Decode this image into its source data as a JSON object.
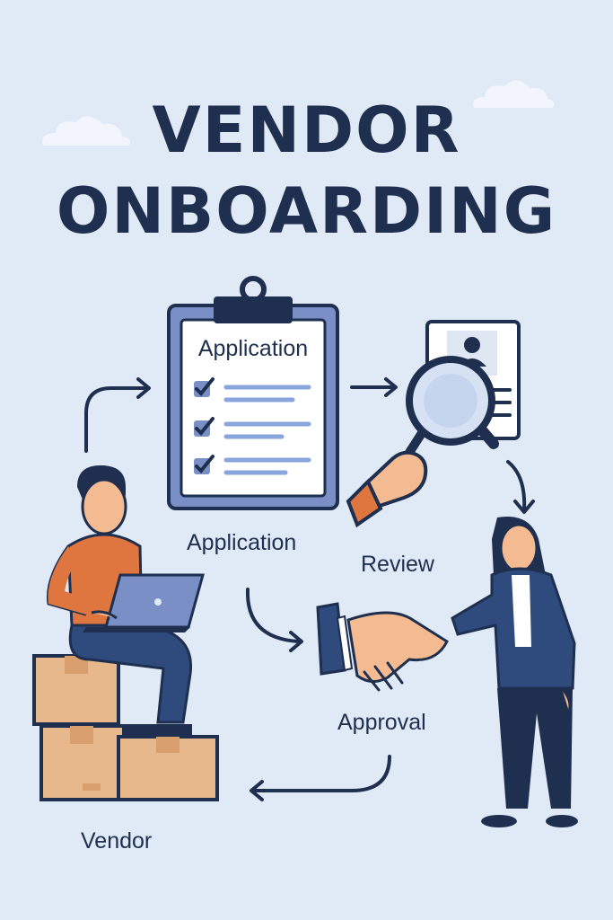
{
  "title": {
    "line1": "VENDOR",
    "line2": "ONBOARDING"
  },
  "clipboard": {
    "heading": "Application"
  },
  "steps": {
    "application": "Application",
    "review": "Review",
    "approval": "Approval",
    "vendor": "Vendor"
  },
  "colors": {
    "background": "#e0e9f6",
    "navy": "#1e2f4f",
    "orange": "#e0763f",
    "blue": "#7a8fc5",
    "box": "#e7b88c"
  }
}
